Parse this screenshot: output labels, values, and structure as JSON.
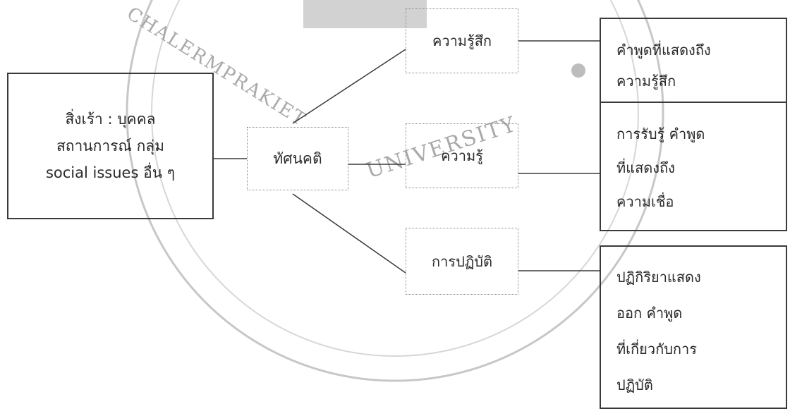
{
  "stimulus": {
    "lines": [
      "สิ่งเร้า : บุคคล",
      "สถานการณ์ กลุ่ม",
      "social issues อื่น ๆ"
    ]
  },
  "attitude": {
    "label": "ทัศนคติ"
  },
  "components": {
    "feeling": {
      "label": "ความรู้สึก"
    },
    "knowledge": {
      "label": "ความรู้"
    },
    "practice": {
      "label": "การปฏิบัติ"
    }
  },
  "outcomes": {
    "feeling": {
      "lines": [
        "คำพูดที่แสดงถึง",
        "ความรู้สึก"
      ]
    },
    "knowledge": {
      "lines": [
        "การรับรู้ คำพูด",
        "ที่แสดงถึง",
        "ความเชื่อ"
      ]
    },
    "practice": {
      "lines": [
        "ปฏิกิริยาแสดง",
        "ออก คำพูด",
        "ที่เกี่ยวกับการ",
        "ปฏิบัติ"
      ]
    }
  },
  "watermark": {
    "arc_text": "CHALERMPRAKIET",
    "center_text": "UNIVERSITY"
  },
  "colors": {
    "ink": "#2a2a2a",
    "line": "#3a3a3a",
    "watermark": "#a9a9a9"
  }
}
